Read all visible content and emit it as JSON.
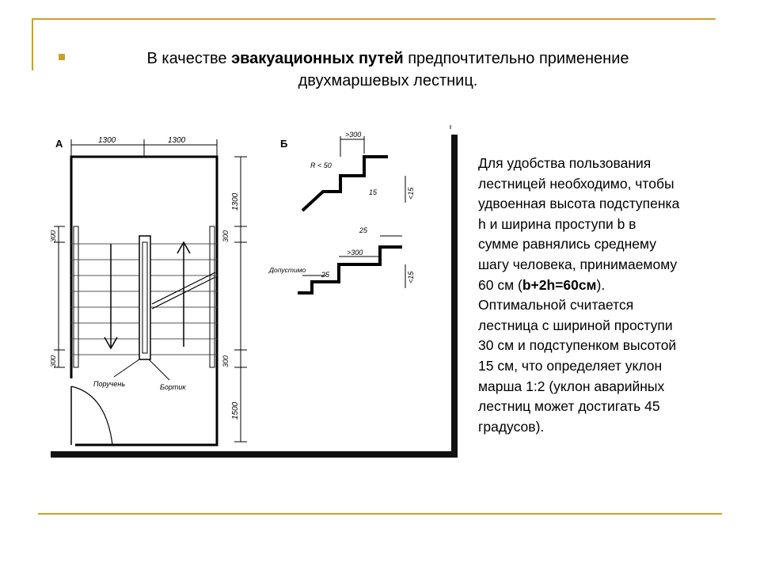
{
  "slide": {
    "bullet": {
      "part1": "В качестве ",
      "bold": "эвакуационных путей",
      "part2": " предпочтительно применение",
      "line2": "двухмаршевых лестниц."
    },
    "accent_color": "#c9a227",
    "side_text": {
      "line1": "Для удобства пользования",
      "line2": "лестницей необходимо, чтобы",
      "line3": "удвоенная высота подступенка",
      "line4": "h и ширина проступи b в",
      "line5": "сумме равнялись среднему",
      "line6": "шагу человека, принимаемому",
      "line7a": "60 см (",
      "formula": "b+2h=60см",
      "line7b": ").",
      "line8": "Оптимальной считается",
      "line9": "лестница с шириной проступи",
      "line10": "30 см и подступенком высотой",
      "line11": "15 см, что определяет уклон",
      "line12": "марша 1:2 (уклон аварийных",
      "line13": "лестниц может достигать 45",
      "line14": "градусов)."
    }
  },
  "figure": {
    "label_a": "А",
    "label_b": "Б",
    "dim_1300_left": "1300",
    "dim_1300_right": "1300",
    "dim_1300_vertical": "1300",
    "dim_300_left_top": "300",
    "dim_300_right_top": "300",
    "dim_300_left_bottom": "300",
    "dim_300_right_bottom": "300",
    "dim_1500": "1500",
    "label_handrail": "Поручень",
    "label_curb": "Бортик",
    "detail_300_top": ">300",
    "detail_r": "R < 50",
    "detail_15a": "15",
    "detail_15_top": "<15",
    "detail_25_top": "25",
    "detail_300_bottom": ">300",
    "detail_allowed": "Допустимо",
    "detail_25_bottom": "25",
    "detail_15_bottom": "<15"
  }
}
